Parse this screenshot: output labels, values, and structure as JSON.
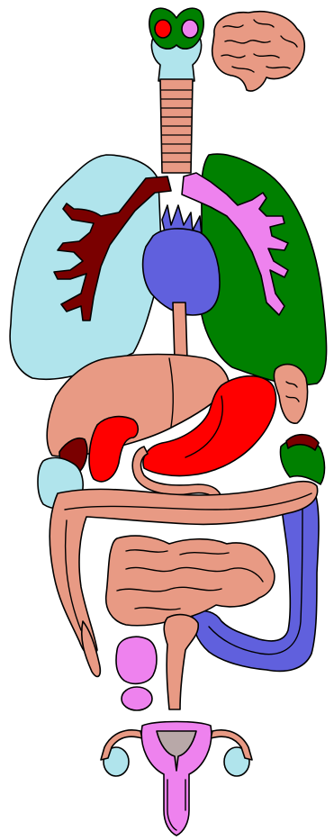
{
  "diagram": {
    "title": "",
    "labels": [],
    "organs": [
      {
        "name": "brain",
        "color": "#e89a84"
      },
      {
        "name": "thyroid",
        "color": "#008000"
      },
      {
        "name": "parathyroid-glands",
        "color": "#ff0000"
      },
      {
        "name": "larynx",
        "color": "#b0e4ec"
      },
      {
        "name": "trachea",
        "color": "#e89a84"
      },
      {
        "name": "right-lung",
        "color": "#b0e4ec"
      },
      {
        "name": "left-lung",
        "color": "#008000"
      },
      {
        "name": "right-bronchus",
        "color": "#7a0000"
      },
      {
        "name": "left-bronchus",
        "color": "#ee82ee"
      },
      {
        "name": "heart",
        "color": "#6060dd"
      },
      {
        "name": "esophagus",
        "color": "#e89a84"
      },
      {
        "name": "liver",
        "color": "#e89a84"
      },
      {
        "name": "spleen",
        "color": "#e89a84"
      },
      {
        "name": "stomach",
        "color": "#ff0000"
      },
      {
        "name": "kidneys",
        "color": "#ff0000"
      },
      {
        "name": "gallbladder",
        "color": "#7a0000"
      },
      {
        "name": "colon-flexures",
        "color": "#b0e4ec"
      },
      {
        "name": "large-intestine",
        "color": "#e89a84"
      },
      {
        "name": "small-intestine",
        "color": "#e89a84"
      },
      {
        "name": "descending-colon",
        "color": "#6060dd"
      },
      {
        "name": "bladder",
        "color": "#ee82ee"
      },
      {
        "name": "rectum",
        "color": "#e89a84"
      },
      {
        "name": "uterus",
        "color": "#ee82ee"
      },
      {
        "name": "ovaries",
        "color": "#b0e4ec"
      }
    ]
  }
}
